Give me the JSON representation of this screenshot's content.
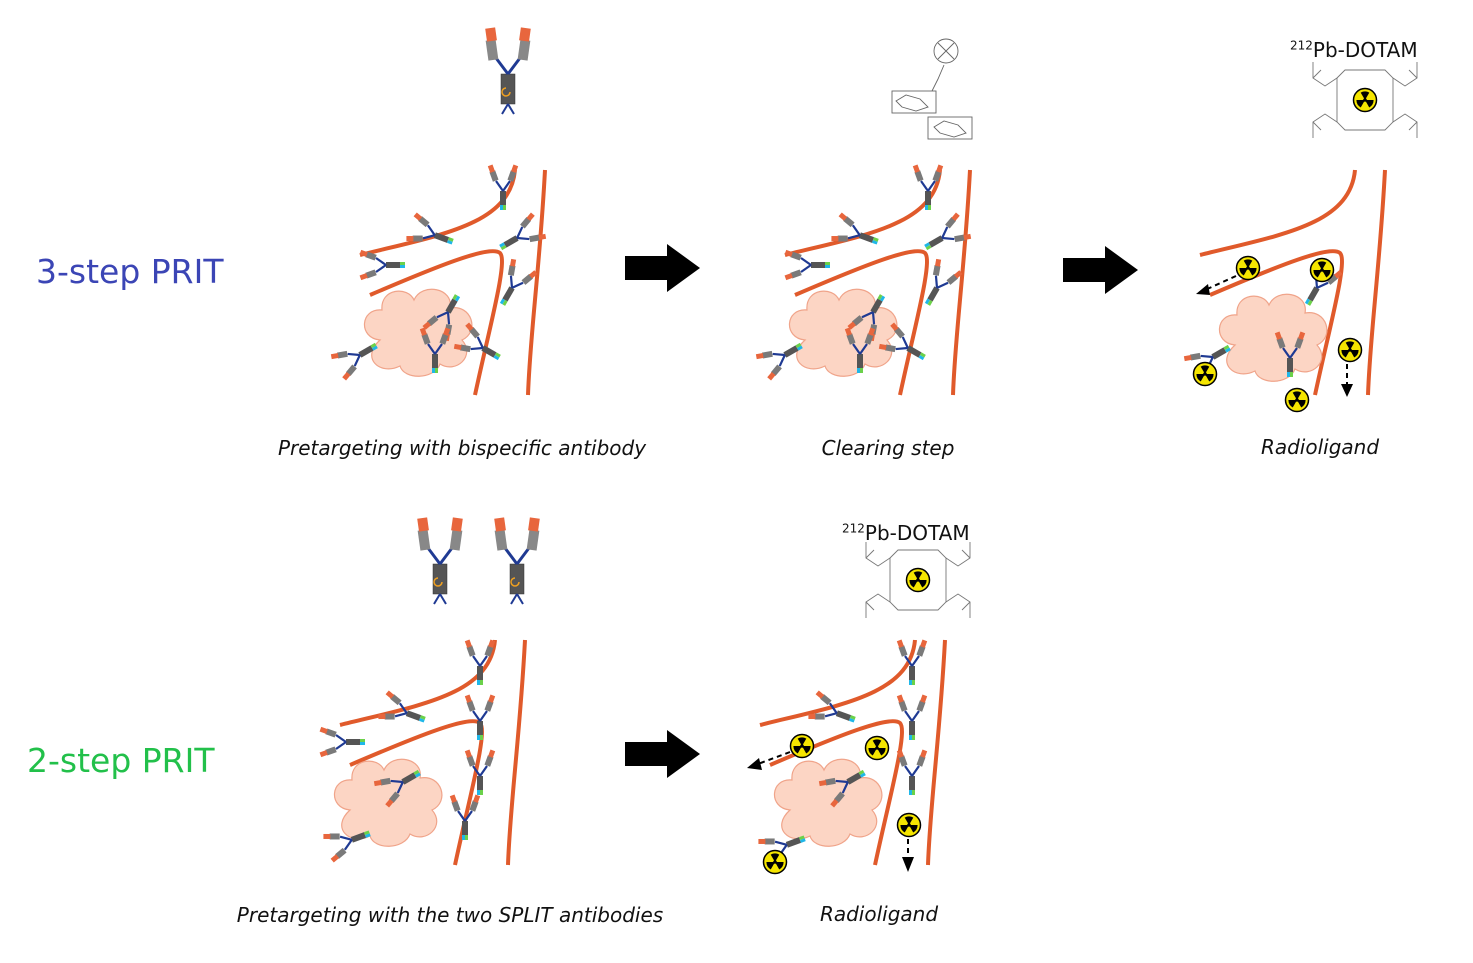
{
  "rows": [
    {
      "label": "3-step PRIT",
      "color": "#3b45b5"
    },
    {
      "label": "2-step PRIT",
      "color": "#22c04a"
    }
  ],
  "captions": {
    "r1_step1": "Pretargeting with bispecific antibody",
    "r1_step2": "Clearing step",
    "r1_step3": "Radioligand",
    "r2_step1": "Pretargeting with the two SPLIT antibodies",
    "r2_step2": "Radioligand"
  },
  "compound": {
    "isotope": "212",
    "name": "Pb-DOTAM"
  },
  "colors": {
    "vessel": "#e05a2b",
    "tumor_fill": "#fcd5c4",
    "tumor_stroke": "#f0a48a",
    "arrow": "#000000",
    "radioactive_fill": "#f5e500"
  },
  "icons": [
    "antibody-icon",
    "radioactive-icon",
    "arrow-right-icon",
    "tumor-icon",
    "blood-vessel-icon"
  ]
}
